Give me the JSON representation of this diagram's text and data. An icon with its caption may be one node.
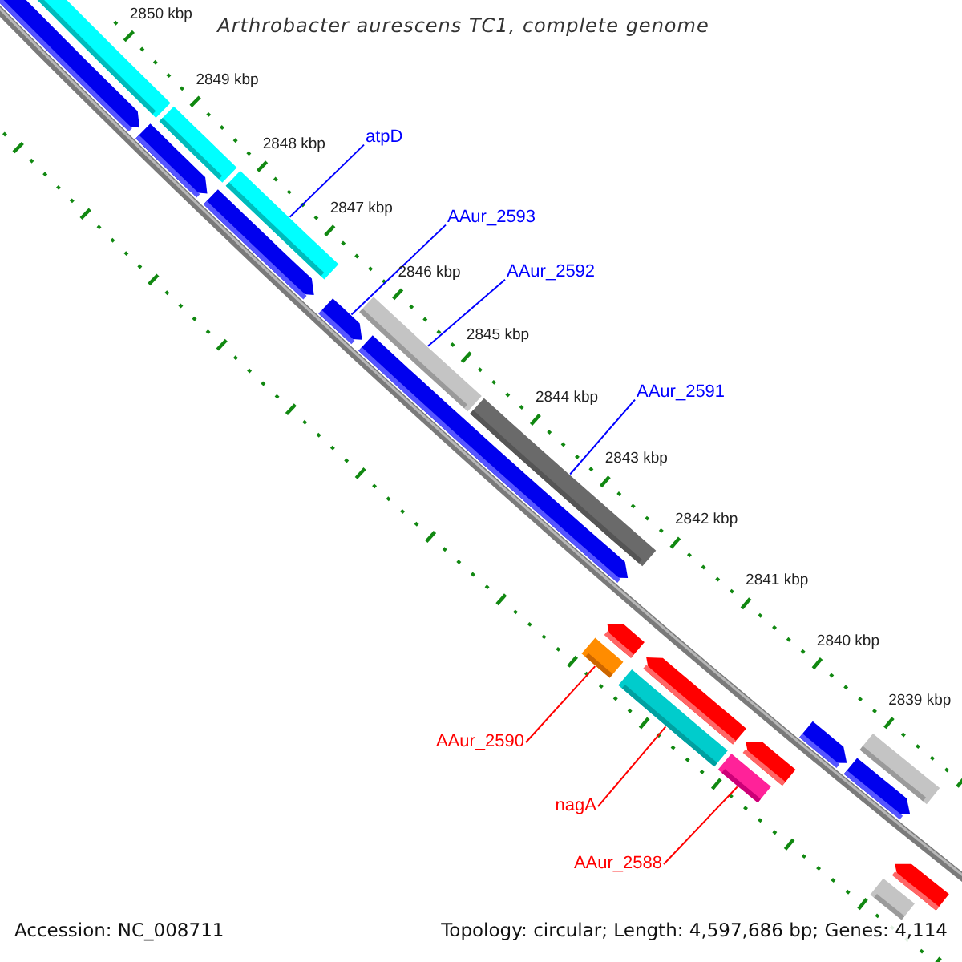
{
  "diagram": {
    "title": "Arthrobacter aurescens TC1, complete genome",
    "nodes": [
      {
        "text": [
          "atpD"
        ]
      },
      {
        "text": [
          "AAur_2593"
        ]
      },
      {
        "text": [
          "AAur_2592"
        ]
      },
      {
        "text": [
          "AAur_2591"
        ]
      },
      {
        "text": [
          "AAur_2590"
        ]
      },
      {
        "text": [
          "nagA"
        ]
      },
      {
        "text": [
          "AAur_2588"
        ]
      },
      {
        "text": [],
        "shape": "pentagon"
      },
      {
        "text": [],
        "shape": "bar"
      },
      {
        "text": [],
        "shape": "pentagon"
      },
      {
        "text": [],
        "shape": "bar"
      },
      {
        "text": [],
        "shape": "pentagon"
      },
      {
        "text": [],
        "shape": "bar"
      },
      {
        "text": [],
        "shape": "pentagon"
      },
      {
        "text": [],
        "shape": "bar"
      },
      {
        "text": [],
        "shape": "pentagon"
      },
      {
        "text": [],
        "shape": "bar"
      },
      {
        "text": [],
        "shape": "pentagon"
      },
      {
        "text": [],
        "shape": "bar"
      },
      {
        "text": [],
        "shape": "bar"
      },
      {
        "text": [],
        "shape": "pentagon"
      },
      {
        "text": [],
        "shape": "bar"
      },
      {
        "text": [],
        "shape": "pentagon"
      },
      {
        "text": [],
        "shape": "pentagon"
      },
      {
        "text": [],
        "shape": "bar"
      },
      {
        "text": [],
        "shape": "pentagon"
      },
      {
        "text": [],
        "shape": "pentagon"
      },
      {
        "text": [],
        "shape": "bar"
      }
    ],
    "edges": [
      {
        "from": 0,
        "to": 12,
        "arrow": "none"
      },
      {
        "from": 1,
        "to": 13,
        "arrow": "none"
      },
      {
        "from": 2,
        "to": 14,
        "arrow": "none"
      },
      {
        "from": 3,
        "to": 16,
        "arrow": "none"
      },
      {
        "from": 4,
        "to": 18,
        "arrow": "none",
        "color": "#ff0000"
      },
      {
        "from": 5,
        "to": 19,
        "arrow": "none",
        "color": "#ff0000"
      },
      {
        "from": 6,
        "to": 21,
        "arrow": "none",
        "color": "#ff0000"
      }
    ],
    "labels": [
      "2850 kbp",
      "2849 kbp",
      "2848 kbp",
      "2847 kbp",
      "2846 kbp",
      "2845 kbp",
      "2844 kbp",
      "2843 kbp",
      "2842 kbp",
      "2841 kbp",
      "2840 kbp",
      "2839 kbp",
      "Accession: NC_008711",
      "Topology: circular; Length: 4,597,686 bp; Genes: 4,114"
    ]
  }
}
